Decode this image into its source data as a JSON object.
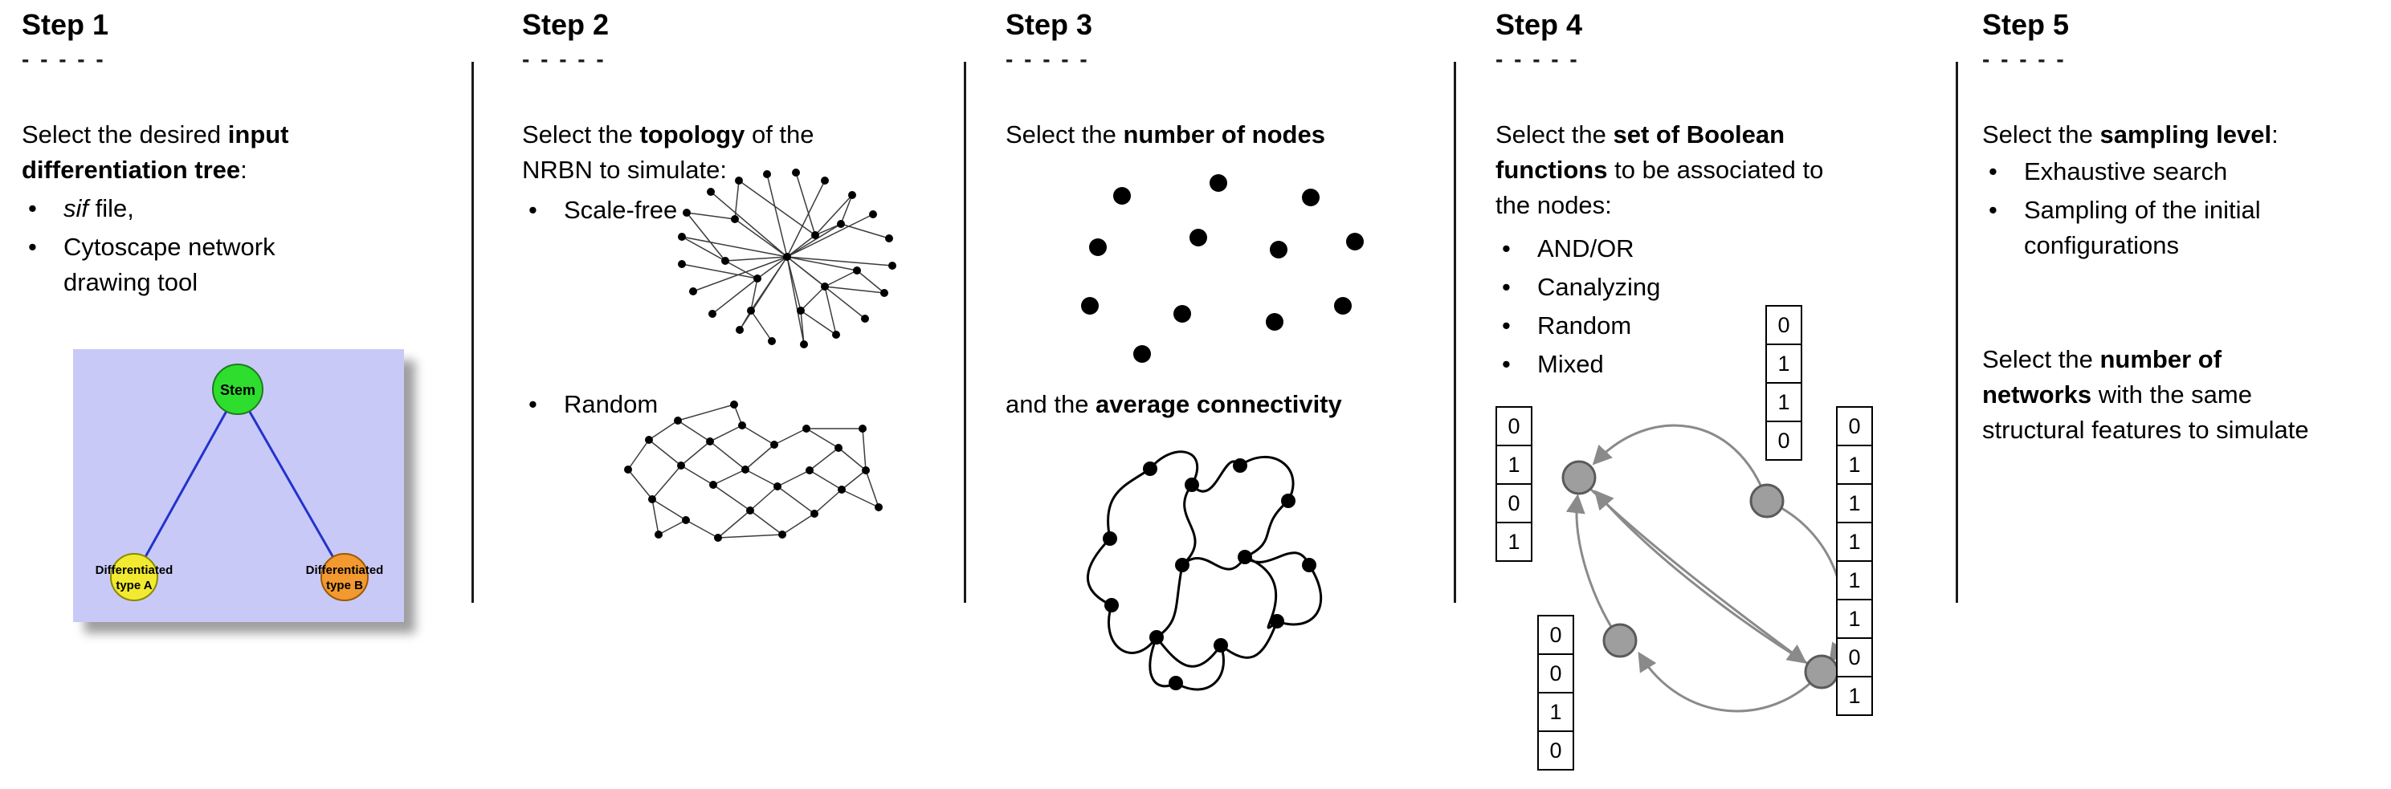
{
  "figure": {
    "background": "#ffffff"
  },
  "steps": [
    {
      "title": "Step 1",
      "dashes": "- - - - -",
      "intro": [
        {
          "text": "Select the desired "
        },
        {
          "text": "input differentiation tree"
        },
        {
          "text": ":"
        }
      ],
      "bullet1": [
        {
          "text": "sif"
        },
        {
          "text": " file,"
        }
      ],
      "bullet2": "Cytoscape network drawing tool",
      "tree": {
        "stem": "Stem",
        "type_a": [
          "Differentiated",
          "type A"
        ],
        "type_b": [
          "Differentiated",
          "type B"
        ],
        "colors": {
          "panel": "#c9c9f8",
          "stem": "#2ede2e",
          "type_a": "#f2ea30",
          "type_b": "#f29930",
          "edge": "#2233cc"
        }
      }
    },
    {
      "title": "Step 2",
      "dashes": "- - - - -",
      "intro": [
        {
          "text": "Select the "
        },
        {
          "text": "topology"
        },
        {
          "text": " of the NRBN to simulate:"
        }
      ],
      "bullet1": "Scale-free",
      "bullet2": "Random"
    },
    {
      "title": "Step 3",
      "dashes": "- - - - -",
      "line1": [
        {
          "text": "Select the "
        },
        {
          "text": "number of nodes"
        }
      ],
      "line2": [
        {
          "text": "and the "
        },
        {
          "text": "average connectivity"
        }
      ]
    },
    {
      "title": "Step 4",
      "dashes": "- - - - -",
      "intro": [
        {
          "text": "Select the "
        },
        {
          "text": "set of Boolean functions"
        },
        {
          "text": " to be associated to the nodes:"
        }
      ],
      "bullets": [
        "AND/OR",
        "Canalyzing",
        "Random",
        "Mixed"
      ],
      "truth_tables": {
        "left": [
          "0",
          "1",
          "0",
          "1"
        ],
        "top": [
          "0",
          "1",
          "1",
          "0"
        ],
        "bottom": [
          "0",
          "0",
          "1",
          "0"
        ],
        "right": [
          "0",
          "1",
          "1",
          "1",
          "1",
          "1",
          "0",
          "1"
        ]
      }
    },
    {
      "title": "Step 5",
      "dashes": "- - - - -",
      "intro": [
        {
          "text": "Select the "
        },
        {
          "text": "sampling level"
        },
        {
          "text": ":"
        }
      ],
      "bullets": [
        "Exhaustive search",
        "Sampling of the initial configurations"
      ],
      "paragraph2": [
        {
          "text": "Select the "
        },
        {
          "text": "number of"
        },
        {
          "text": "networks"
        },
        {
          "text": " with the same structural features to simulate"
        }
      ]
    }
  ]
}
